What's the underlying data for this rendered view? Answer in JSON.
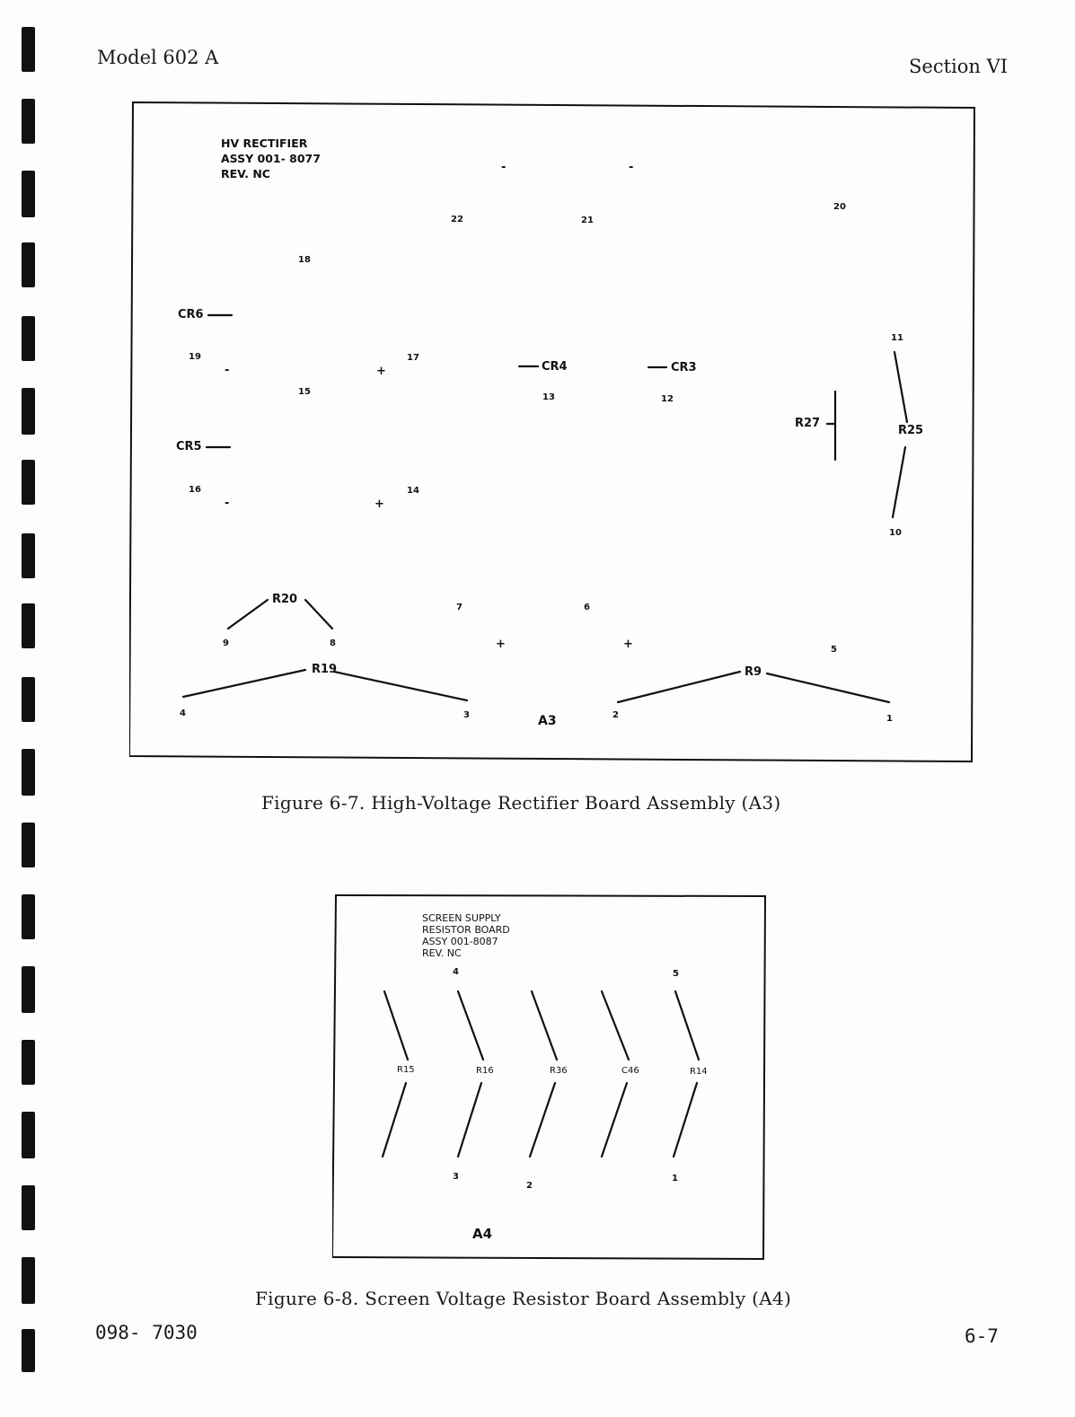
{
  "header": {
    "left": "Model 602 A",
    "right": "Section VI"
  },
  "figure_a3": {
    "title_lines": [
      "HV RECTIFIER",
      "ASSY 001- 8077",
      "REV. NC"
    ],
    "labels": {
      "n22": "22",
      "n21": "21",
      "n20": "20",
      "n18": "18",
      "cr6": "CR6",
      "n19": "19",
      "n17": "17",
      "cr4": "CR4",
      "cr3": "CR3",
      "n11": "11",
      "n15": "15",
      "n13": "13",
      "n12": "12",
      "r27": "R27",
      "r25": "R25",
      "cr5": "CR5",
      "n16": "16",
      "n14": "14",
      "n10": "10",
      "r20": "R20",
      "n7": "7",
      "n6": "6",
      "n9": "9",
      "n8": "8",
      "n5": "5",
      "r19": "R19",
      "r9": "R9",
      "n4": "4",
      "n3": "3",
      "a3": "A3",
      "n2": "2",
      "n1": "1",
      "plus": "+",
      "minus": "-"
    },
    "caption": "Figure 6-7.  High-Voltage Rectifier Board Assembly (A3)"
  },
  "figure_a4": {
    "title_lines": [
      "SCREEN SUPPLY",
      "RESISTOR BOARD",
      "ASSY 001-8087",
      "REV. NC"
    ],
    "labels": {
      "n4": "4",
      "n5": "5",
      "r15": "R15",
      "r16": "R16",
      "r36": "R36",
      "c46": "C46",
      "r14": "R14",
      "n3": "3",
      "n2": "2",
      "n1": "1",
      "a4": "A4"
    },
    "caption": "Figure 6-8.  Screen Voltage Resistor Board Assembly (A4)"
  },
  "footer": {
    "left": "098- 7030",
    "right": "6-7"
  }
}
